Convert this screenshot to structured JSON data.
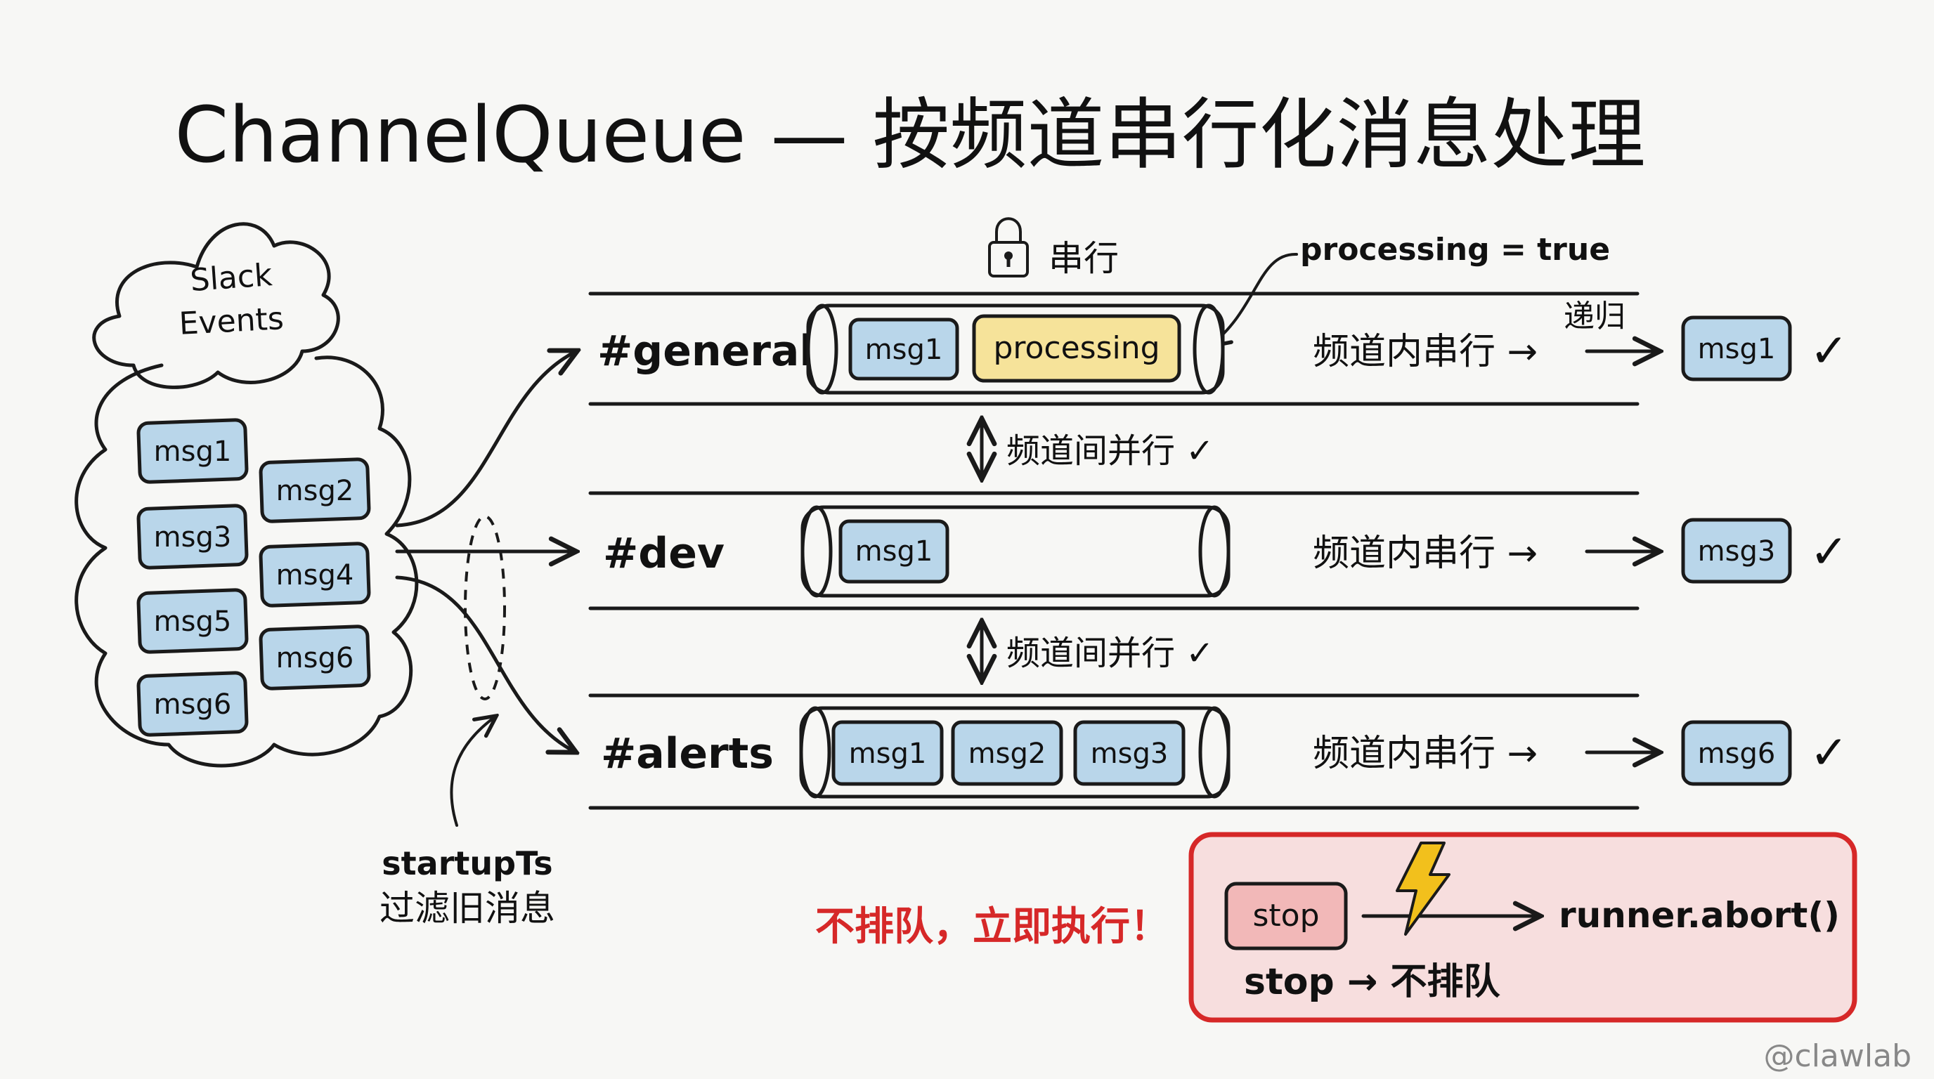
{
  "title": "ChannelQueue — 按频道串行化消息处理",
  "source": {
    "label_line1": "Slack",
    "label_line2": "Events",
    "messages": [
      "msg1",
      "msg2",
      "msg3",
      "msg4",
      "msg5",
      "msg6",
      "msg6"
    ]
  },
  "filter_note": {
    "line1": "startupTs",
    "line2": "过滤旧消息"
  },
  "lock": {
    "icon": "lock-icon",
    "label": "串行"
  },
  "processing_note": "processing = true",
  "recursion_label": "递归",
  "parallel_label": "频道间并行 ✓",
  "channels": [
    {
      "name": "#general",
      "queue": [
        "msg1"
      ],
      "processing_label": "processing",
      "serial_label": "频道内串行 →",
      "output": "msg1",
      "check": "✓"
    },
    {
      "name": "#dev",
      "queue": [
        "msg1"
      ],
      "serial_label": "频道内串行 →",
      "output": "msg3",
      "check": "✓"
    },
    {
      "name": "#alerts",
      "queue": [
        "msg1",
        "msg2",
        "msg3"
      ],
      "serial_label": "频道内串行 →",
      "output": "msg6",
      "check": "✓"
    }
  ],
  "stop_panel": {
    "headline": "不排队，立即执行！",
    "stop_button": "stop",
    "bolt_icon": "lightning-icon",
    "action": "runner.abort()",
    "rule": "stop → 不排队"
  },
  "watermark": "@clawlab",
  "colors": {
    "msg_fill": "#b9d6ea",
    "processing_fill": "#f6e39a",
    "stop_panel_fill": "#f7dede",
    "stop_border": "#d62828",
    "headline_red": "#d62828",
    "bolt": "#f2c01c"
  }
}
